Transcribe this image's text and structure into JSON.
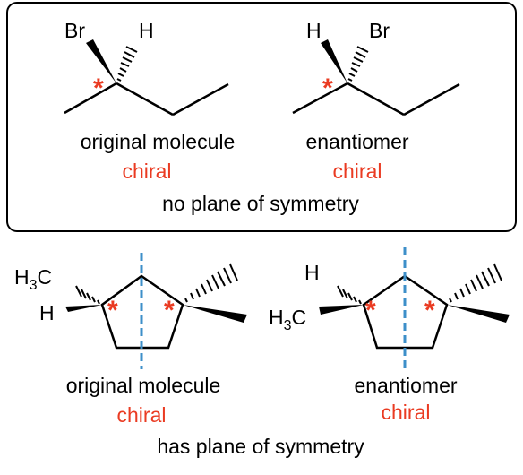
{
  "top_panel": {
    "caption": "no plane of symmetry",
    "original": {
      "atoms": {
        "left_up": "Br",
        "right_up": "H"
      },
      "stereo_mark": "*",
      "label": "original molecule",
      "status": "chiral"
    },
    "enantiomer": {
      "atoms": {
        "left_up": "H",
        "right_up": "Br"
      },
      "stereo_mark": "*",
      "label": "enantiomer",
      "status": "chiral"
    }
  },
  "bottom_panel": {
    "caption": "has plane of symmetry",
    "original": {
      "atoms": {
        "methyl_main": "H",
        "methyl_sub": "3",
        "methyl_tail": "C",
        "hydrogen": "H"
      },
      "stereo_mark": "*",
      "label": "original molecule",
      "status": "chiral"
    },
    "enantiomer": {
      "atoms": {
        "hydrogen": "H",
        "methyl_main": "H",
        "methyl_sub": "3",
        "methyl_tail": "C"
      },
      "stereo_mark": "*",
      "label": "enantiomer",
      "status": "chiral"
    }
  },
  "colors": {
    "accent": "#ea3b22",
    "symmetry_line": "#3d8fc9",
    "ink": "#000000"
  }
}
